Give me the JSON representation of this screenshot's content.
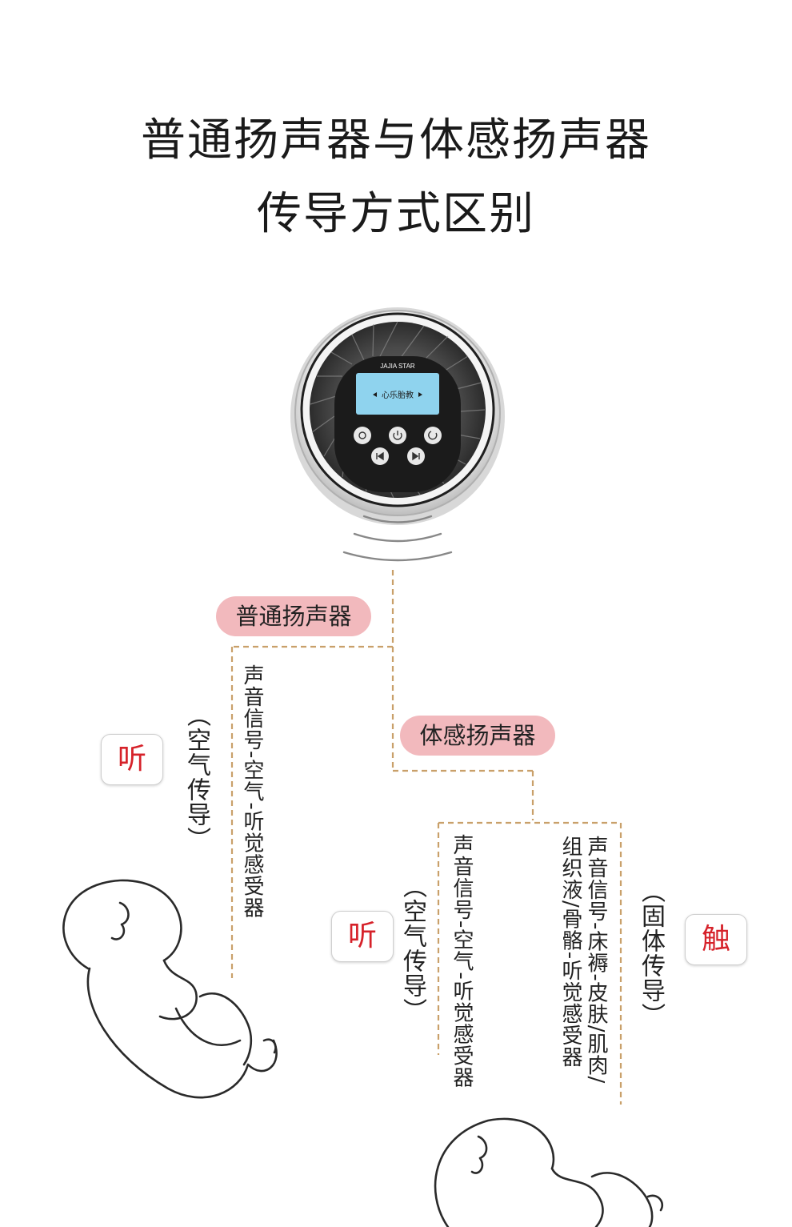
{
  "title": {
    "line1": "普通扬声器与体感扬声器",
    "line2": "传导方式区别"
  },
  "device": {
    "brand": "JAJIA STAR",
    "screen_text": "心乐胎教"
  },
  "nodes": {
    "normal_speaker": "普通扬声器",
    "body_speaker": "体感扬声器"
  },
  "normal_branch": {
    "path": "声音信号-空气-听觉感受器",
    "mode": "（空气传导）",
    "sense": "听"
  },
  "body_branch": {
    "air_path": "声音信号-空气-听觉感受器",
    "air_mode": "（空气传导）",
    "air_sense": "听",
    "solid_path_1": "声音信号-床褥-皮肤/肌肉/",
    "solid_path_2": "组织液/骨骼-听觉感受器",
    "solid_mode": "（固体传导）",
    "solid_sense": "触"
  },
  "colors": {
    "accent_pill": "#f2b9bd",
    "sense_red": "#d6222a",
    "dashed_line": "#c9a06a"
  },
  "icons": [
    "speaker-device-icon",
    "sound-wave-icon",
    "baby-illustration-icon"
  ]
}
